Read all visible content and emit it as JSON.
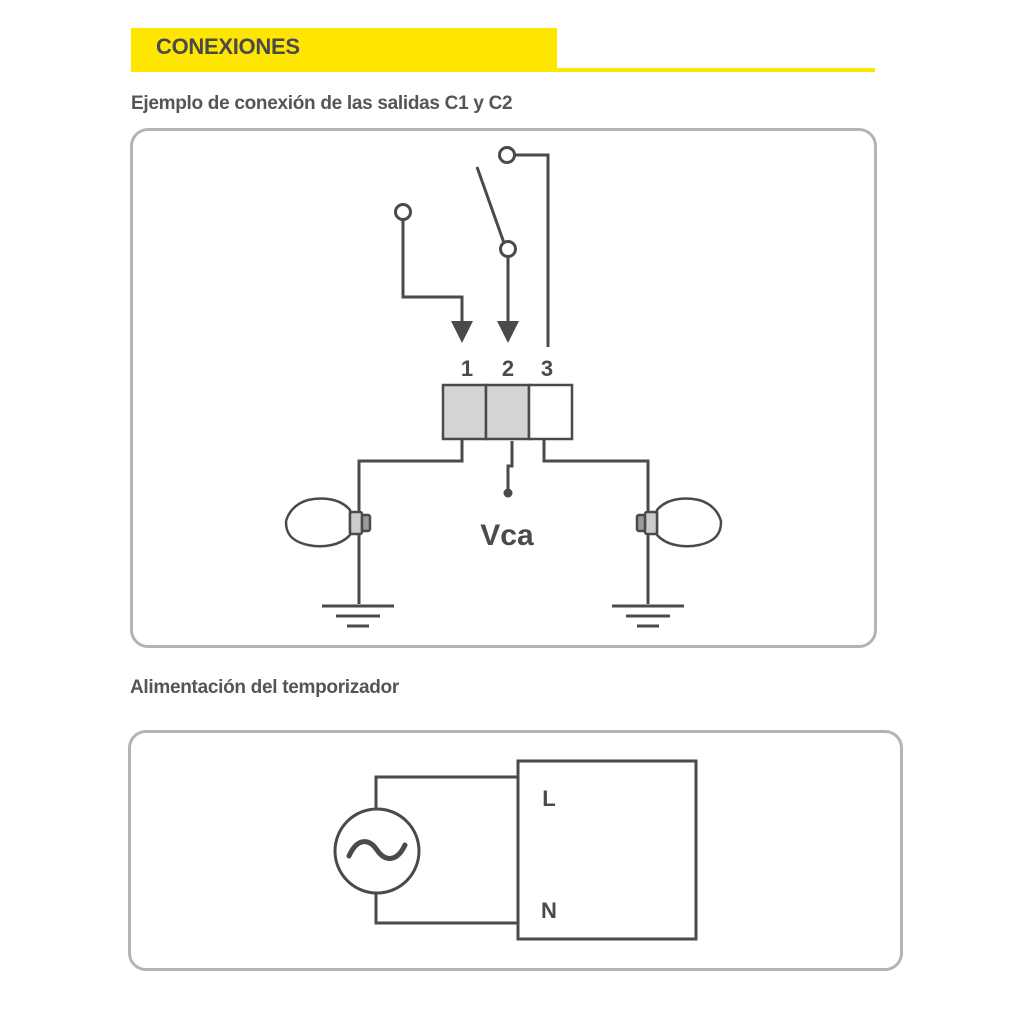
{
  "header": {
    "title": "CONEXIONES"
  },
  "section1": {
    "title": "Ejemplo de conexión de las salidas C1 y C2",
    "terminal_labels": [
      "1",
      "2",
      "3"
    ],
    "supply_label": "Vca"
  },
  "section2": {
    "title": "Alimentación del temporizador",
    "terminal_L": "L",
    "terminal_N": "N"
  },
  "colors": {
    "accent": "#ffe600",
    "line": "#4a4a4a",
    "panel_border": "#b4b4b4",
    "terminal_fill": "#d4d4d4"
  }
}
